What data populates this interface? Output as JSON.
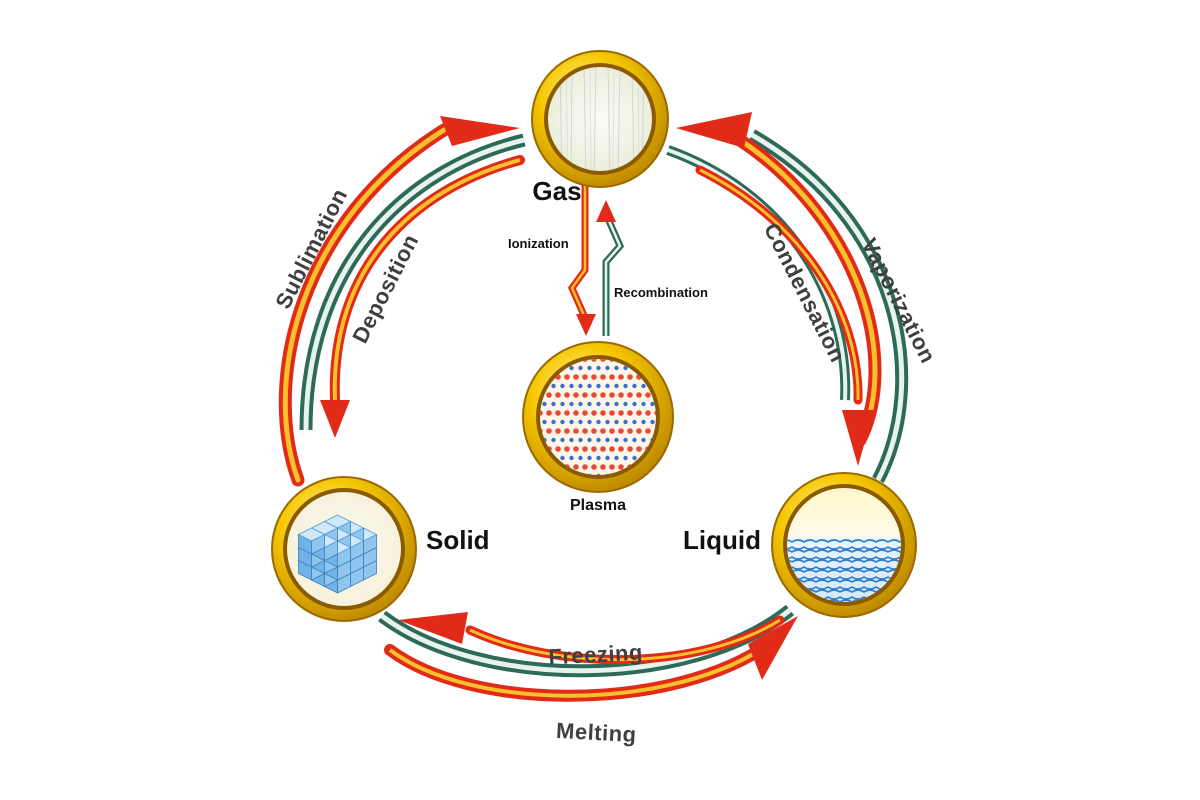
{
  "states": {
    "gas": "Gas",
    "plasma": "Plasma",
    "solid": "Solid",
    "liquid": "Liquid"
  },
  "transitions": {
    "sublimation": "Sublimation",
    "deposition": "Deposition",
    "condensation": "Condensation",
    "vaporization": "Vaporization",
    "freezing": "Freezing",
    "melting": "Melting",
    "ionization": "Ionization",
    "recombination": "Recombination"
  },
  "colors": {
    "ring_gold": "#e8b400",
    "arrow_red": "#e3321b",
    "arrow_orange": "#f79a1e",
    "pipe_green": "#2d6a5a",
    "plasma_red": "#e64a3a",
    "plasma_blue": "#3a6fd0",
    "ice_blue": "#6fb3e8",
    "water_blue": "#2f7fd0"
  }
}
